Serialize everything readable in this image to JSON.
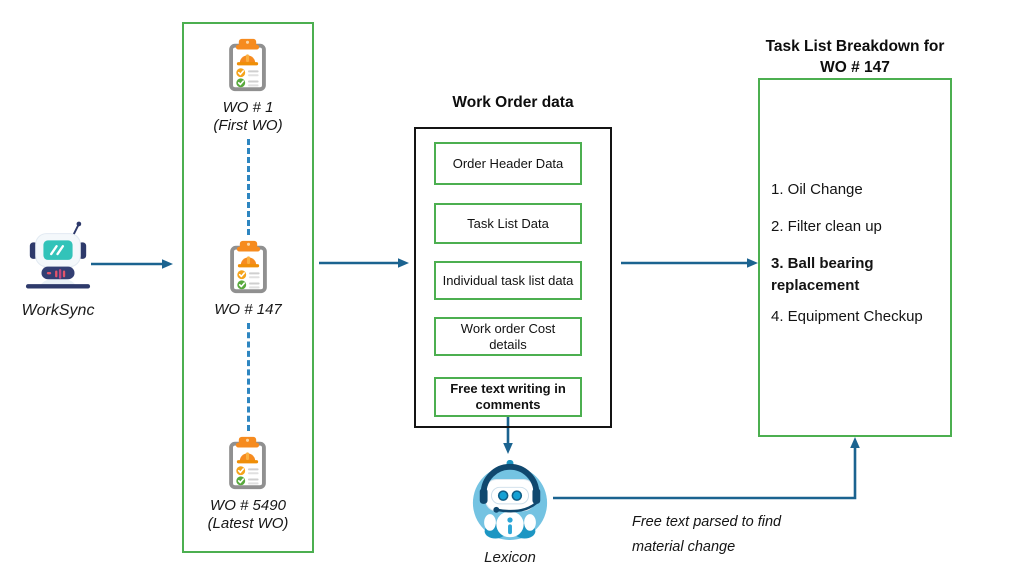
{
  "worksync": {
    "label": "WorkSync"
  },
  "wo_column": {
    "items": [
      {
        "id": "WO # 1",
        "note": "(First WO)"
      },
      {
        "id": "WO # 147",
        "note": ""
      },
      {
        "id": "WO # 5490",
        "note": "(Latest WO)"
      }
    ]
  },
  "work_order_data": {
    "title": "Work Order data",
    "boxes": [
      "Order Header Data",
      "Task List Data",
      "Individual task list data",
      "Work order Cost details",
      "Free text writing in comments"
    ]
  },
  "task_breakdown": {
    "title": "Task List Breakdown for WO # 147",
    "items": [
      "1. Oil Change",
      "2. Filter clean up",
      "3. Ball bearing replacement",
      "4. Equipment Checkup"
    ]
  },
  "lexicon": {
    "label": "Lexicon"
  },
  "annotation": "Free text parsed to find material change",
  "colors": {
    "green": "#4caf50",
    "arrow": "#1b6390",
    "dash": "#2e86c1",
    "box_border": "#141414"
  }
}
